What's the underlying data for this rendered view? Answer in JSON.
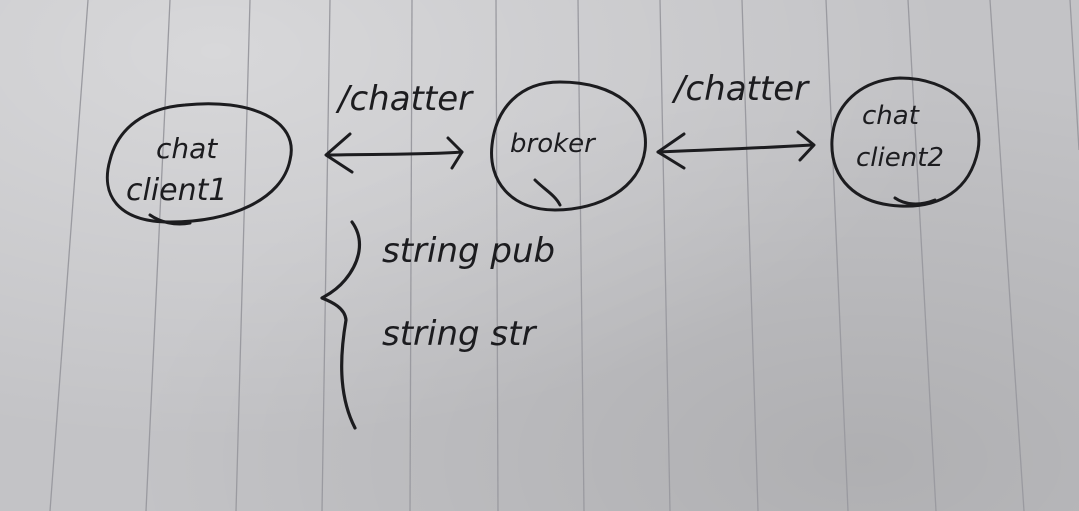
{
  "nodes": {
    "client1": {
      "line1": "chat",
      "line2": "client1"
    },
    "broker": {
      "label": "broker"
    },
    "client2": {
      "line1": "chat",
      "line2": "client2"
    }
  },
  "edges": {
    "left_topic": "/chatter",
    "right_topic": "/chatter"
  },
  "notes": {
    "line1": "string pub",
    "line2": "string str"
  },
  "colors": {
    "ink": "#1c1c1f",
    "paper": "#c3c3c6",
    "rule_lines": "#9a9aa0"
  }
}
